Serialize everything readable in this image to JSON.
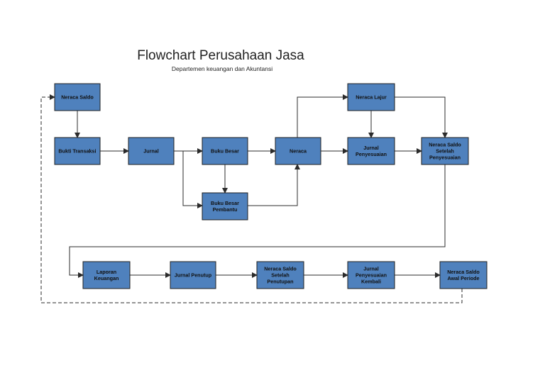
{
  "diagram": {
    "title": "Flowchart Perusahaan Jasa",
    "subtitle": "Departemen keuangan dan Akuntansi",
    "colors": {
      "node_fill": "#4f81bd",
      "node_border": "#1f1f1f",
      "arrow": "#2b2b2b"
    },
    "nodes": [
      {
        "id": "neraca-saldo",
        "lines": [
          "Neraca Saldo"
        ]
      },
      {
        "id": "bukti-transaksi",
        "lines": [
          "Bukti Transaksi"
        ]
      },
      {
        "id": "jurnal",
        "lines": [
          "Jurnal"
        ]
      },
      {
        "id": "buku-besar",
        "lines": [
          "Buku Besar"
        ]
      },
      {
        "id": "buku-besar-pembantu",
        "lines": [
          "Buku Besar",
          "Pembantu"
        ]
      },
      {
        "id": "neraca",
        "lines": [
          "Neraca"
        ]
      },
      {
        "id": "neraca-lajur",
        "lines": [
          "Neraca Lajur"
        ]
      },
      {
        "id": "jurnal-penyesuaian",
        "lines": [
          "Jurnal",
          "Penyesuaian"
        ]
      },
      {
        "id": "neraca-saldo-setelah-penyesuaian",
        "lines": [
          "Neraca Saldo",
          "Setelah",
          "Penyesuaian"
        ]
      },
      {
        "id": "laporan-keuangan",
        "lines": [
          "Laporan",
          "Keuangan"
        ]
      },
      {
        "id": "jurnal-penutup",
        "lines": [
          "Jurnal Penutup"
        ]
      },
      {
        "id": "neraca-saldo-setelah-penutupan",
        "lines": [
          "Neraca Saldo",
          "Setelah",
          "Penutupan"
        ]
      },
      {
        "id": "jurnal-penyesuaian-kembali",
        "lines": [
          "Jurnal",
          "Penyesuaian",
          "Kembali"
        ]
      },
      {
        "id": "neraca-saldo-awal-periode",
        "lines": [
          "Neraca Saldo",
          "Awal Periode"
        ]
      }
    ],
    "edges": [
      {
        "from": "neraca-saldo",
        "to": "bukti-transaksi",
        "style": "solid"
      },
      {
        "from": "bukti-transaksi",
        "to": "jurnal",
        "style": "solid"
      },
      {
        "from": "jurnal",
        "to": "buku-besar",
        "style": "solid"
      },
      {
        "from": "jurnal",
        "to": "buku-besar-pembantu",
        "style": "solid"
      },
      {
        "from": "buku-besar",
        "to": "buku-besar-pembantu",
        "style": "solid"
      },
      {
        "from": "buku-besar",
        "to": "neraca",
        "style": "solid"
      },
      {
        "from": "buku-besar-pembantu",
        "to": "neraca",
        "style": "solid"
      },
      {
        "from": "neraca",
        "to": "neraca-lajur",
        "style": "solid"
      },
      {
        "from": "neraca",
        "to": "jurnal-penyesuaian",
        "style": "solid"
      },
      {
        "from": "neraca-lajur",
        "to": "jurnal-penyesuaian",
        "style": "solid"
      },
      {
        "from": "neraca-lajur",
        "to": "neraca-saldo-setelah-penyesuaian",
        "style": "solid"
      },
      {
        "from": "jurnal-penyesuaian",
        "to": "neraca-saldo-setelah-penyesuaian",
        "style": "solid"
      },
      {
        "from": "neraca-saldo-setelah-penyesuaian",
        "to": "laporan-keuangan",
        "style": "solid"
      },
      {
        "from": "laporan-keuangan",
        "to": "jurnal-penutup",
        "style": "solid"
      },
      {
        "from": "jurnal-penutup",
        "to": "neraca-saldo-setelah-penutupan",
        "style": "solid"
      },
      {
        "from": "neraca-saldo-setelah-penutupan",
        "to": "jurnal-penyesuaian-kembali",
        "style": "solid"
      },
      {
        "from": "jurnal-penyesuaian-kembali",
        "to": "neraca-saldo-awal-periode",
        "style": "solid"
      },
      {
        "from": "neraca-saldo-awal-periode",
        "to": "neraca-saldo",
        "style": "dashed"
      }
    ]
  }
}
